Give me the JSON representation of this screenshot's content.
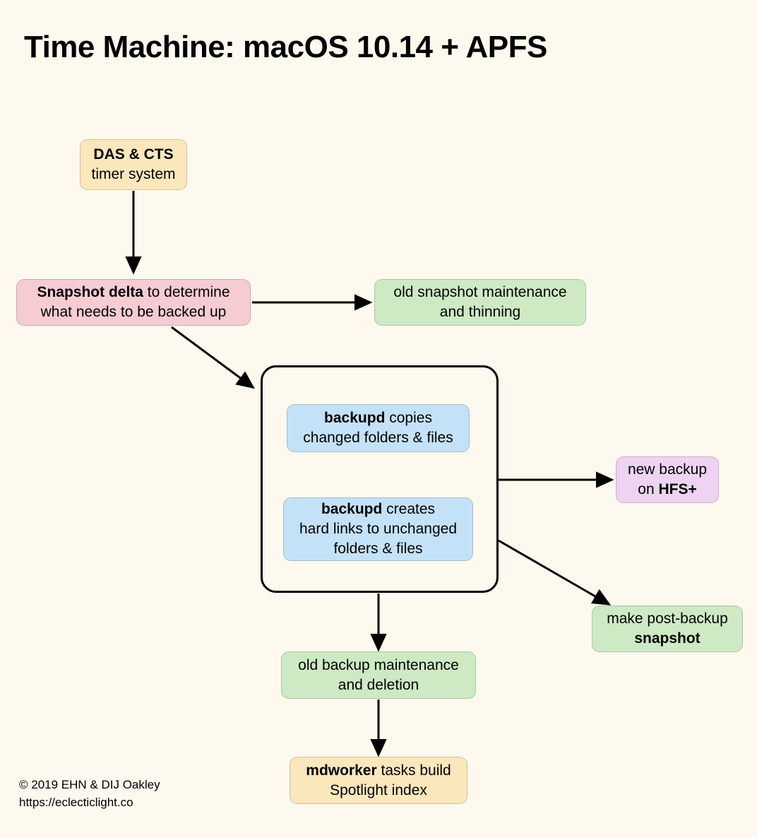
{
  "diagram": {
    "title": "Time Machine: macOS 10.14 + APFS",
    "background_color": "#fdf9ef",
    "colors": {
      "tan": "#fae7bc",
      "pink": "#f6ccd3",
      "green": "#cdeac4",
      "blue": "#c4e2f7",
      "purple": "#eed3f3",
      "edge": "#000000"
    },
    "nodes": [
      {
        "id": "das-cts",
        "name": "das-cts-timer-node",
        "color": "#fae7bc",
        "lines": [
          {
            "text": "DAS & CTS",
            "bold": true
          },
          {
            "text": "timer system",
            "bold": false
          }
        ]
      },
      {
        "id": "snapshot-delta",
        "name": "snapshot-delta-node",
        "color": "#f6ccd3",
        "lines": [
          {
            "pre_bold": "Snapshot delta",
            "text": " to determine"
          },
          {
            "text": "what needs to be backed up"
          }
        ]
      },
      {
        "id": "old-snapshot-maintenance",
        "name": "old-snapshot-maintenance-node",
        "color": "#cdeac4",
        "lines": [
          {
            "text": "old snapshot maintenance"
          },
          {
            "text": "and thinning"
          }
        ]
      },
      {
        "id": "backupd-copies",
        "name": "backupd-copies-node",
        "color": "#c4e2f7",
        "lines": [
          {
            "pre_bold": "backupd",
            "text": " copies"
          },
          {
            "text": "changed folders & files"
          }
        ]
      },
      {
        "id": "backupd-hardlinks",
        "name": "backupd-hard-links-node",
        "color": "#c4e2f7",
        "lines": [
          {
            "pre_bold": "backupd",
            "text": " creates"
          },
          {
            "text": "hard links to unchanged"
          },
          {
            "text": "folders & files"
          }
        ]
      },
      {
        "id": "new-backup-hfs",
        "name": "new-backup-hfs-node",
        "color": "#eed3f3",
        "lines": [
          {
            "text": "new backup"
          },
          {
            "text": "on ",
            "post_bold": "HFS+"
          }
        ]
      },
      {
        "id": "post-backup-snapshot",
        "name": "post-backup-snapshot-node",
        "color": "#cdeac4",
        "lines": [
          {
            "text": "make post-backup"
          },
          {
            "text": "snapshot",
            "bold": true
          }
        ]
      },
      {
        "id": "old-backup-maintenance",
        "name": "old-backup-maintenance-node",
        "color": "#cdeac4",
        "lines": [
          {
            "text": "old backup maintenance"
          },
          {
            "text": "and deletion"
          }
        ]
      },
      {
        "id": "mdworker-spotlight",
        "name": "mdworker-spotlight-node",
        "color": "#fae7bc",
        "lines": [
          {
            "pre_bold": "mdworker",
            "text": " tasks build"
          },
          {
            "text": "Spotlight index"
          }
        ]
      }
    ],
    "edges": [
      {
        "from": "das-cts",
        "to": "snapshot-delta"
      },
      {
        "from": "snapshot-delta",
        "to": "old-snapshot-maintenance"
      },
      {
        "from": "snapshot-delta",
        "to": "backup-group"
      },
      {
        "from": "backup-group",
        "to": "new-backup-hfs"
      },
      {
        "from": "backup-group",
        "to": "post-backup-snapshot"
      },
      {
        "from": "backup-group",
        "to": "old-backup-maintenance"
      },
      {
        "from": "old-backup-maintenance",
        "to": "mdworker-spotlight"
      }
    ]
  },
  "credit": {
    "line1": "© 2019 EHN & DIJ Oakley",
    "line2": "https://eclecticlight.co"
  }
}
